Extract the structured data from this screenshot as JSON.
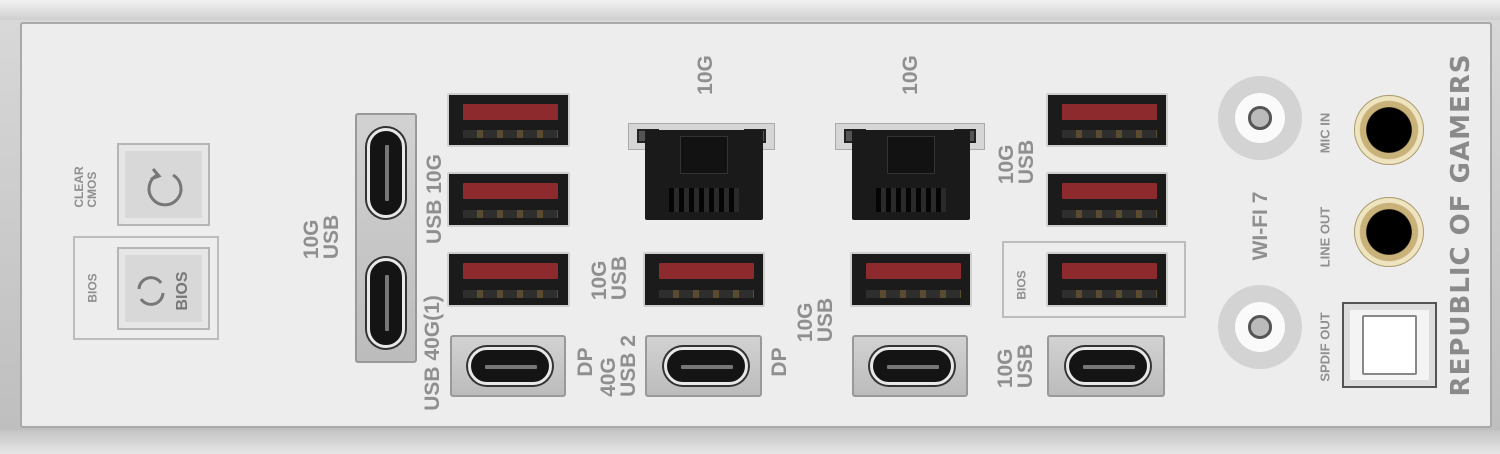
{
  "panel": {
    "clear_cmos_label": "CLEAR\nCMOS",
    "bios_left_label": "BIOS",
    "bios_button_text": "BIOS",
    "bios_right_label": "BIOS",
    "usb_10g_left": "10G\nUSB",
    "usb_10g_typea": "USB 10G",
    "usb_40g_1": "USB 40G(1)",
    "dp_1": "DP",
    "usb_40g_2": "40G\nUSB 2",
    "dp_2": "DP",
    "lan1_label": "10G",
    "lan2_label": "10G",
    "usb_10g_mid1": "10G\nUSB",
    "usb_10g_mid2": "10G\nUSB",
    "usb_10g_right_top": "10G\nUSB",
    "usb_10g_right_bottom": "10G\nUSB",
    "wifi_label": "WI-FI 7",
    "mic_in": "MIC IN",
    "line_out": "LINE OUT",
    "spdif_out": "SPDIF OUT",
    "brand": "REPUBLIC OF GAMERS"
  },
  "colors": {
    "plate": "#ededed",
    "usb_tongue": "#8c2a2e",
    "label_gray": "#8f8f8f",
    "jack_gold": "#c9b27a"
  },
  "icons": {
    "clear_cmos": "refresh-arrow-icon",
    "bios_flashback": "circular-arrows-icon"
  }
}
